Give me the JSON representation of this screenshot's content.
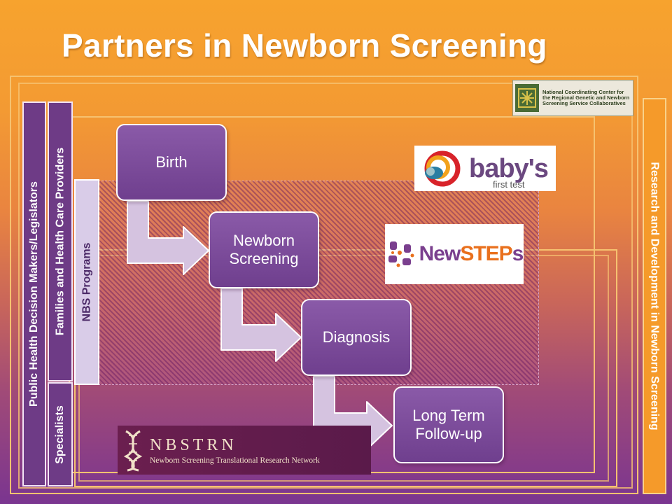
{
  "title": "Partners in Newborn Screening",
  "side_labels": {
    "public_health": "Public Health Decision Makers/Legislators",
    "families": "Families and Health Care Providers",
    "specialists": "Specialists",
    "nbs_programs": "NBS Programs",
    "research": "Research and Development in Newborn Screening"
  },
  "steps": [
    "Birth",
    "Newborn Screening",
    "Diagnosis",
    "Long Term Follow-up"
  ],
  "logos": {
    "nccrc_text": "National Coordinating Center for the Regional Genetic and Newborn Screening Service Collaboratives",
    "babys_word": "baby's",
    "babys_sub": "first test",
    "newsteps_new": "New",
    "newsteps_steps": "STEP",
    "newsteps_s": "s",
    "nbstrn_short": "NBSTRN",
    "nbstrn_long": "Newborn Screening Translational Research Network"
  },
  "colors": {
    "orange": "#f59a2a",
    "purple": "#6e3b86",
    "lavender": "#d9cce8",
    "step_fill": "#7a4b9a"
  }
}
